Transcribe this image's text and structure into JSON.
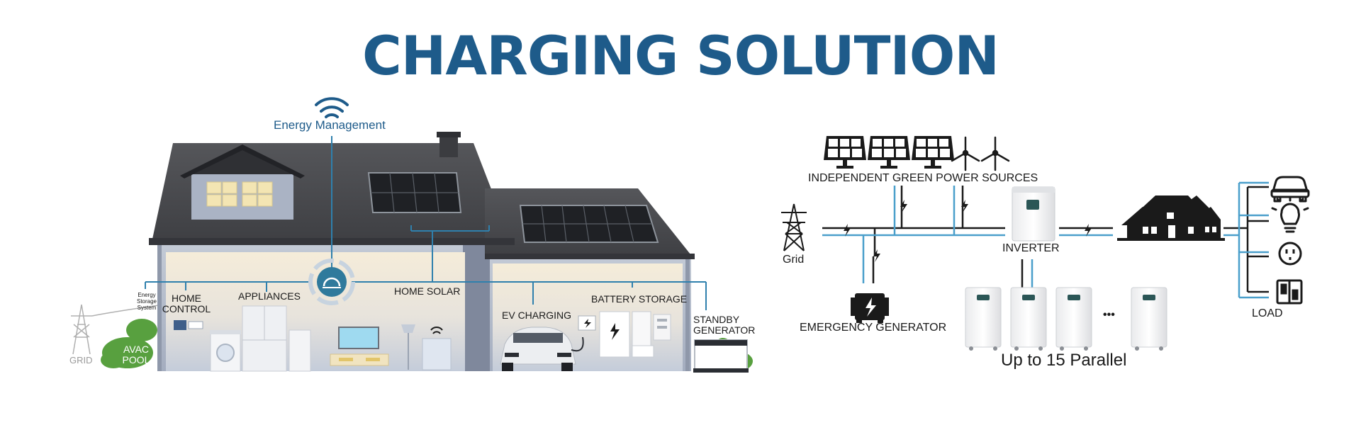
{
  "title": "CHARGING SOLUTION",
  "left_panel": {
    "energy_management": "Energy Management",
    "home_control": "HOME\nCONTROL",
    "appliances": "APPLIANCES",
    "home_solar": "HOME SOLAR",
    "ev_charging": "EV CHARGING",
    "battery_storage": "BATTERY STORAGE",
    "standby_generator": "STANDBY\nGENERATOR",
    "energy_storage_system": "Energy\nStorage\nSystem",
    "avac_pool": "AVAC\nPOOL",
    "grid": "GRID"
  },
  "right_panel": {
    "green_sources": "INDEPENDENT GREEN POWER SOURCES",
    "grid": "Grid",
    "inverter": "INVERTER",
    "emergency_generator": "EMERGENCY GENERATOR",
    "ellipsis": "•••",
    "parallel": "Up to 15 Parallel",
    "load": "LOAD"
  },
  "colors": {
    "title": "#1e5b8a",
    "roof": "#4a4b4f",
    "wall": "#b4bccb",
    "interior": "#f3ead8",
    "line_blue": "#4a9fcb",
    "line_dark": "#1a1a1a",
    "bush": "#58a03f"
  },
  "icons": [
    "wifi-icon",
    "solar-panel-icon",
    "wind-turbine-icon",
    "transmission-tower-icon",
    "inverter-icon",
    "house-icon",
    "generator-icon",
    "battery-icon",
    "car-icon",
    "bulb-icon",
    "outlet-icon",
    "switch-icon",
    "lightning-icon"
  ]
}
